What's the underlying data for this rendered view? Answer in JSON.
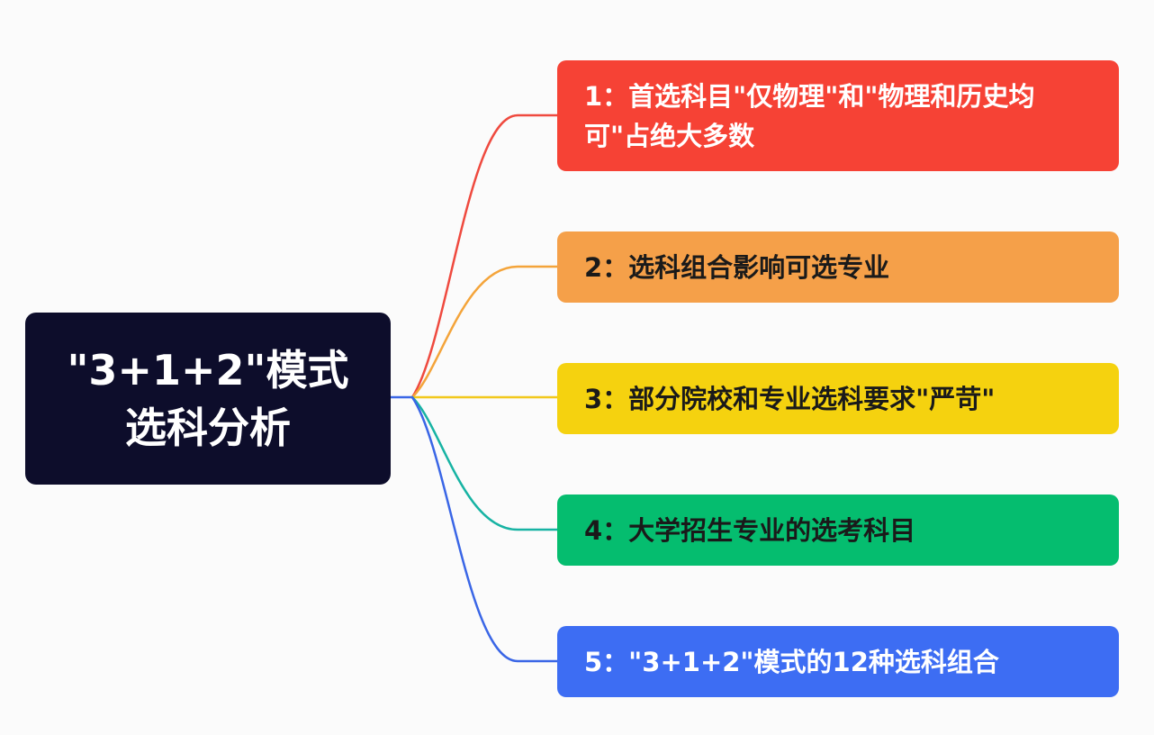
{
  "root": {
    "line1": "\"3+1+2\"模式",
    "line2": "选科分析",
    "bg": "#0d0d2b",
    "text_color": "#ffffff"
  },
  "branches": [
    {
      "label": "1：首选科目\"仅物理\"和\"物理和历史均可\"占绝大多数",
      "bg": "#f64235",
      "text_color": "#ffffff",
      "line_color": "#ef4a3f"
    },
    {
      "label": "2：选科组合影响可选专业",
      "bg": "#f5a049",
      "text_color": "#1a1a1a",
      "line_color": "#f4a43a"
    },
    {
      "label": "3：部分院校和专业选科要求\"严苛\"",
      "bg": "#f5d20f",
      "text_color": "#1a1a1a",
      "line_color": "#f2c81c"
    },
    {
      "label": "4：大学招生专业的选考科目",
      "bg": "#05bd6f",
      "text_color": "#1a1a1a",
      "line_color": "#17b3a3"
    },
    {
      "label": "5：\"3+1+2\"模式的12种选科组合",
      "bg": "#3d6df3",
      "text_color": "#ffffff",
      "line_color": "#3a66e6"
    }
  ]
}
